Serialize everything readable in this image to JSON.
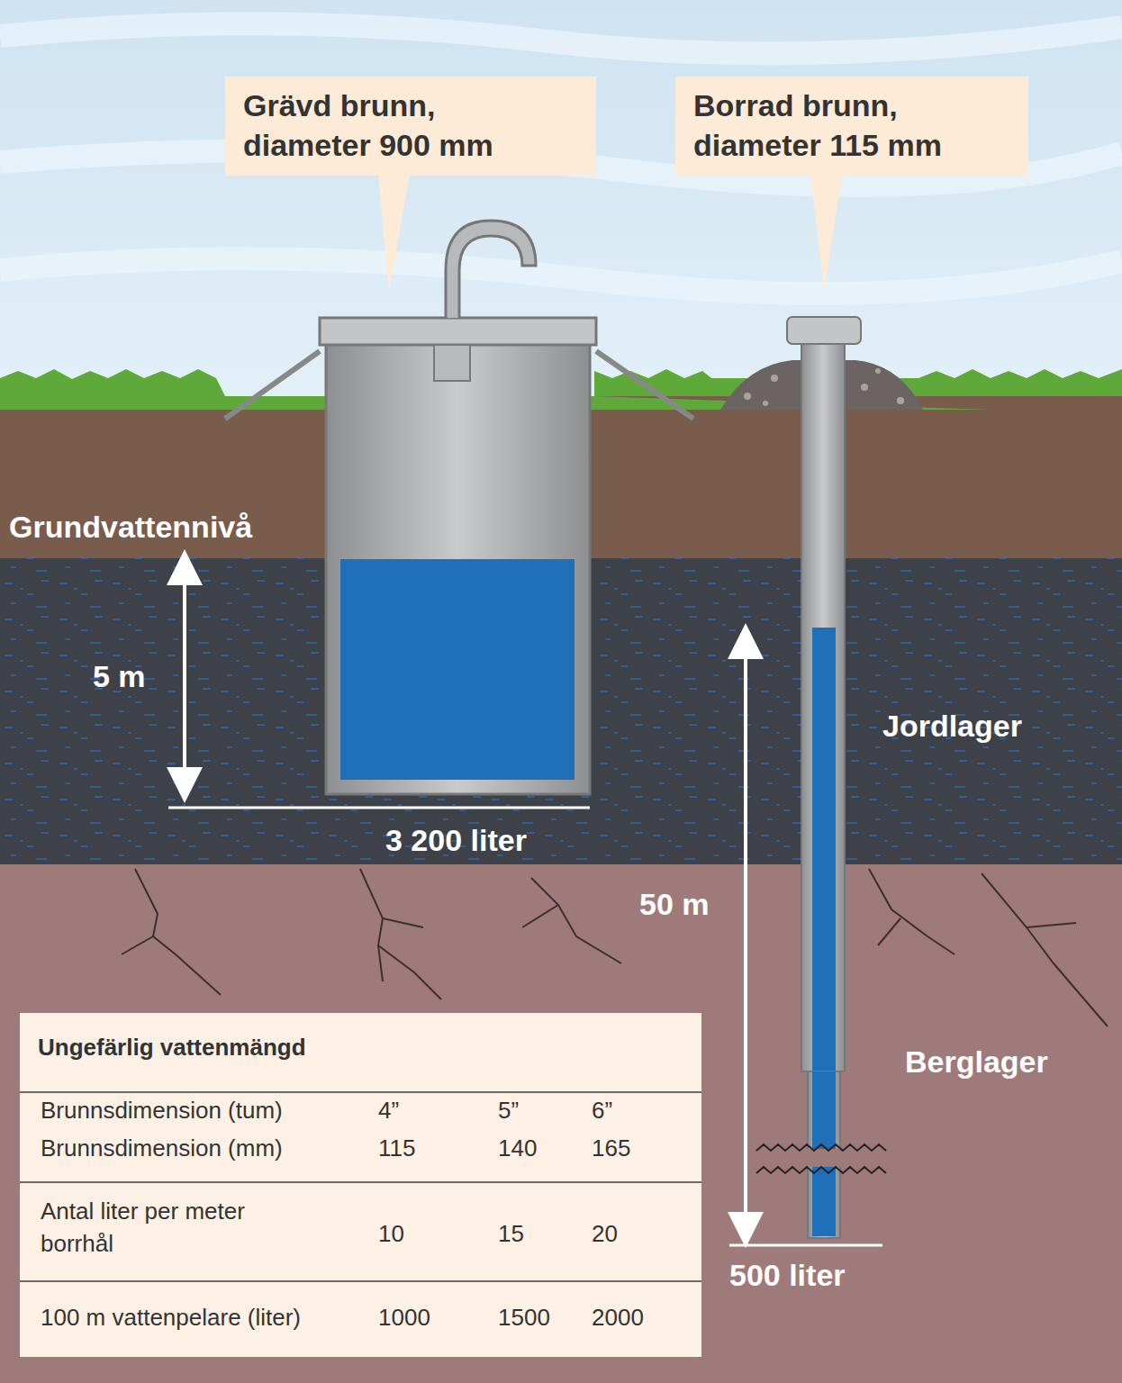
{
  "diagram": {
    "nodes": [
      {
        "text": [
          "Grävd brunn, diameter 900 mm"
        ]
      },
      {
        "text": [
          "Borrad brunn, diameter 115 mm"
        ]
      },
      {
        "text": [
          "Ungefärlig vattenmängd"
        ]
      }
    ],
    "labels": [
      "Grundvattennivå",
      "5 m",
      "3 200 liter",
      "Jordlager",
      "50 m",
      "Berglager",
      "500 liter",
      "Brunnsdimension (tum)",
      "4”",
      "5”",
      "6”",
      "Brunnsdimension (mm)",
      "115",
      "140",
      "165",
      "Antal liter per meter borrhål",
      "10",
      "15",
      "20",
      "100 m vattenpelare (liter)",
      "1000",
      "1500",
      "2000"
    ]
  }
}
